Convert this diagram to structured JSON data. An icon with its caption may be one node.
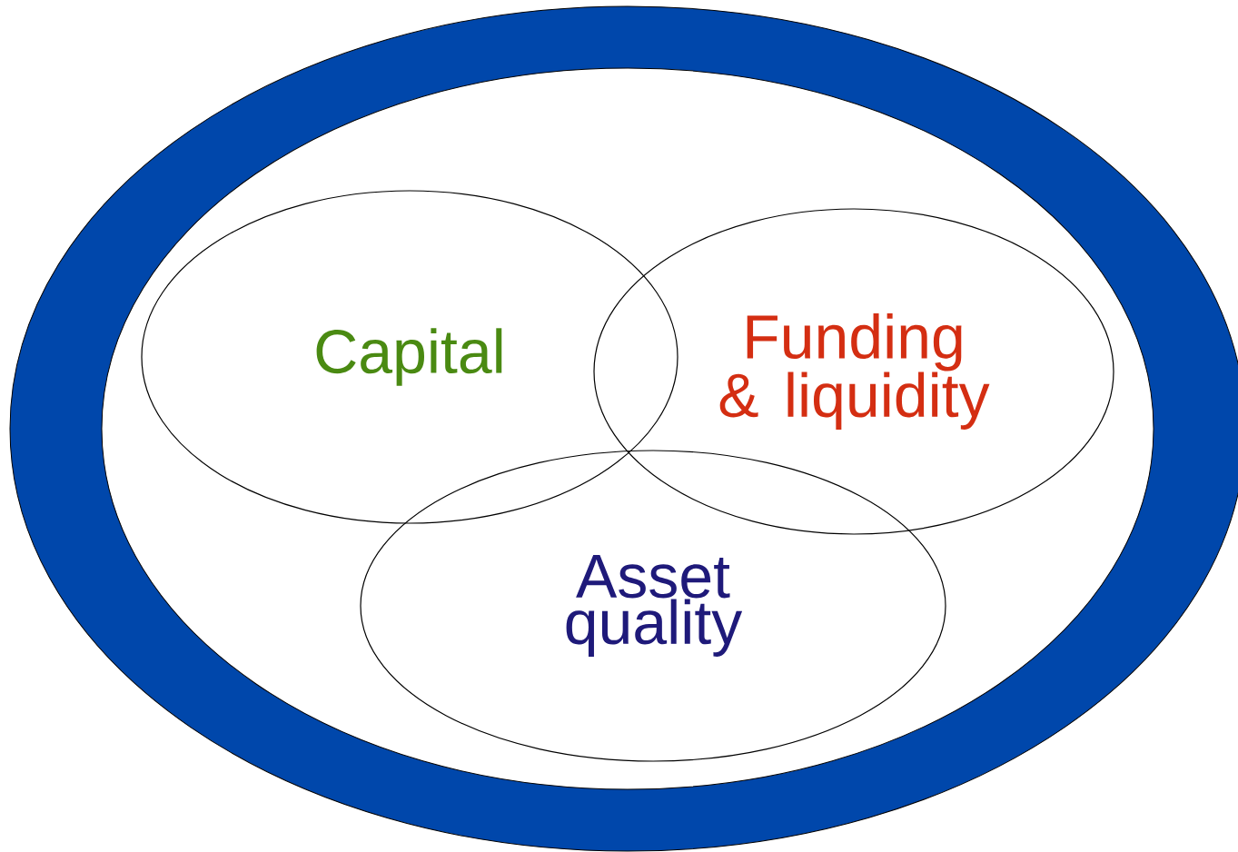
{
  "diagram": {
    "nodes": [
      {
        "text": [],
        "shape": "ellipse"
      },
      {
        "text": [
          "Capital"
        ],
        "in": 0
      },
      {
        "text": [
          "Funding & liquidity"
        ],
        "in": 0
      },
      {
        "text": [
          "Asset quality"
        ],
        "in": 0
      }
    ]
  }
}
